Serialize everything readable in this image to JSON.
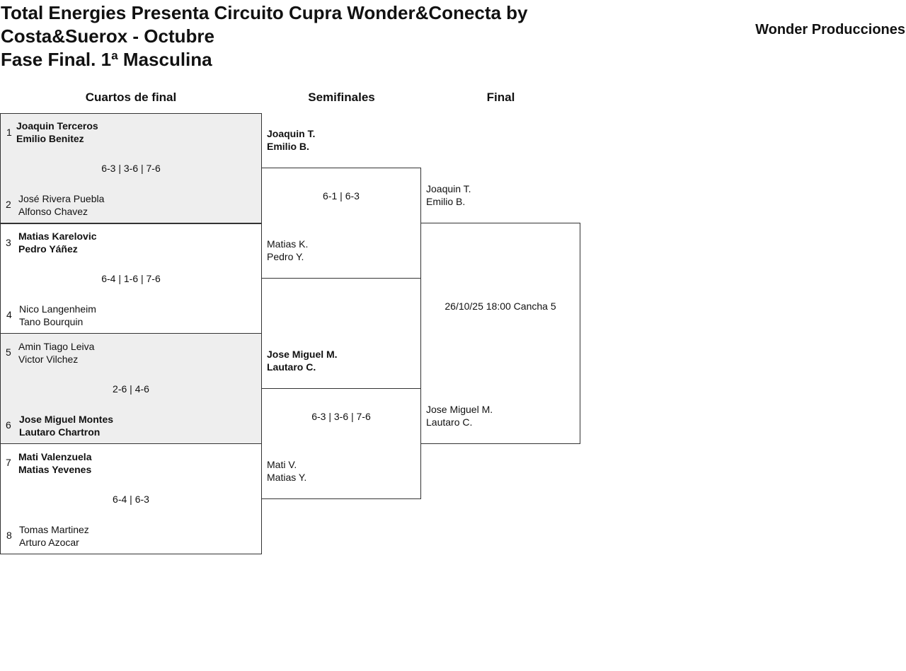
{
  "header": {
    "title_line1": "Total Energies Presenta Circuito Cupra Wonder&Conecta by",
    "title_line2": "Costa&Suerox - Octubre",
    "title_line3": "Fase Final. 1ª Masculina",
    "organizer": "Wonder Producciones"
  },
  "rounds": [
    "Cuartos de final",
    "Semifinales",
    "Final"
  ],
  "quarterfinals": [
    {
      "score": "6-3 | 3-6 | 7-6",
      "top": {
        "seed": "1",
        "p1": "Joaquin Terceros",
        "p2": "Emilio Benitez"
      },
      "bottom": {
        "seed": "2",
        "p1": "José Rivera Puebla",
        "p2": "Alfonso Chavez"
      }
    },
    {
      "score": "6-4 | 1-6 | 7-6",
      "top": {
        "seed": "3",
        "p1": "Matias Karelovic",
        "p2": "Pedro Yáñez"
      },
      "bottom": {
        "seed": "4",
        "p1": "Nico Langenheim",
        "p2": "Tano Bourquin"
      }
    },
    {
      "score": "2-6 | 4-6",
      "top": {
        "seed": "5",
        "p1": "Amin Tiago Leiva",
        "p2": "Victor Vilchez"
      },
      "bottom": {
        "seed": "6",
        "p1": "Jose Miguel Montes",
        "p2": "Lautaro Chartron"
      }
    },
    {
      "score": "6-4 | 6-3",
      "top": {
        "seed": "7",
        "p1": "Mati Valenzuela",
        "p2": "Matias Yevenes"
      },
      "bottom": {
        "seed": "8",
        "p1": "Tomas Martinez",
        "p2": "Arturo Azocar"
      }
    }
  ],
  "semifinals": [
    {
      "score": "6-1 | 6-3",
      "top": {
        "p1": "Joaquin T.",
        "p2": "Emilio B."
      },
      "bottom": {
        "p1": "Matias K.",
        "p2": "Pedro Y."
      }
    },
    {
      "score": "6-3 | 3-6 | 7-6",
      "top": {
        "p1": "Jose Miguel M.",
        "p2": "Lautaro C."
      },
      "bottom": {
        "p1": "Mati V.",
        "p2": "Matias Y."
      }
    }
  ],
  "final": {
    "info": "26/10/25 18:00 Cancha 5",
    "top": {
      "p1": "Joaquin T.",
      "p2": "Emilio B."
    },
    "bottom": {
      "p1": "Jose Miguel M.",
      "p2": "Lautaro C."
    }
  }
}
